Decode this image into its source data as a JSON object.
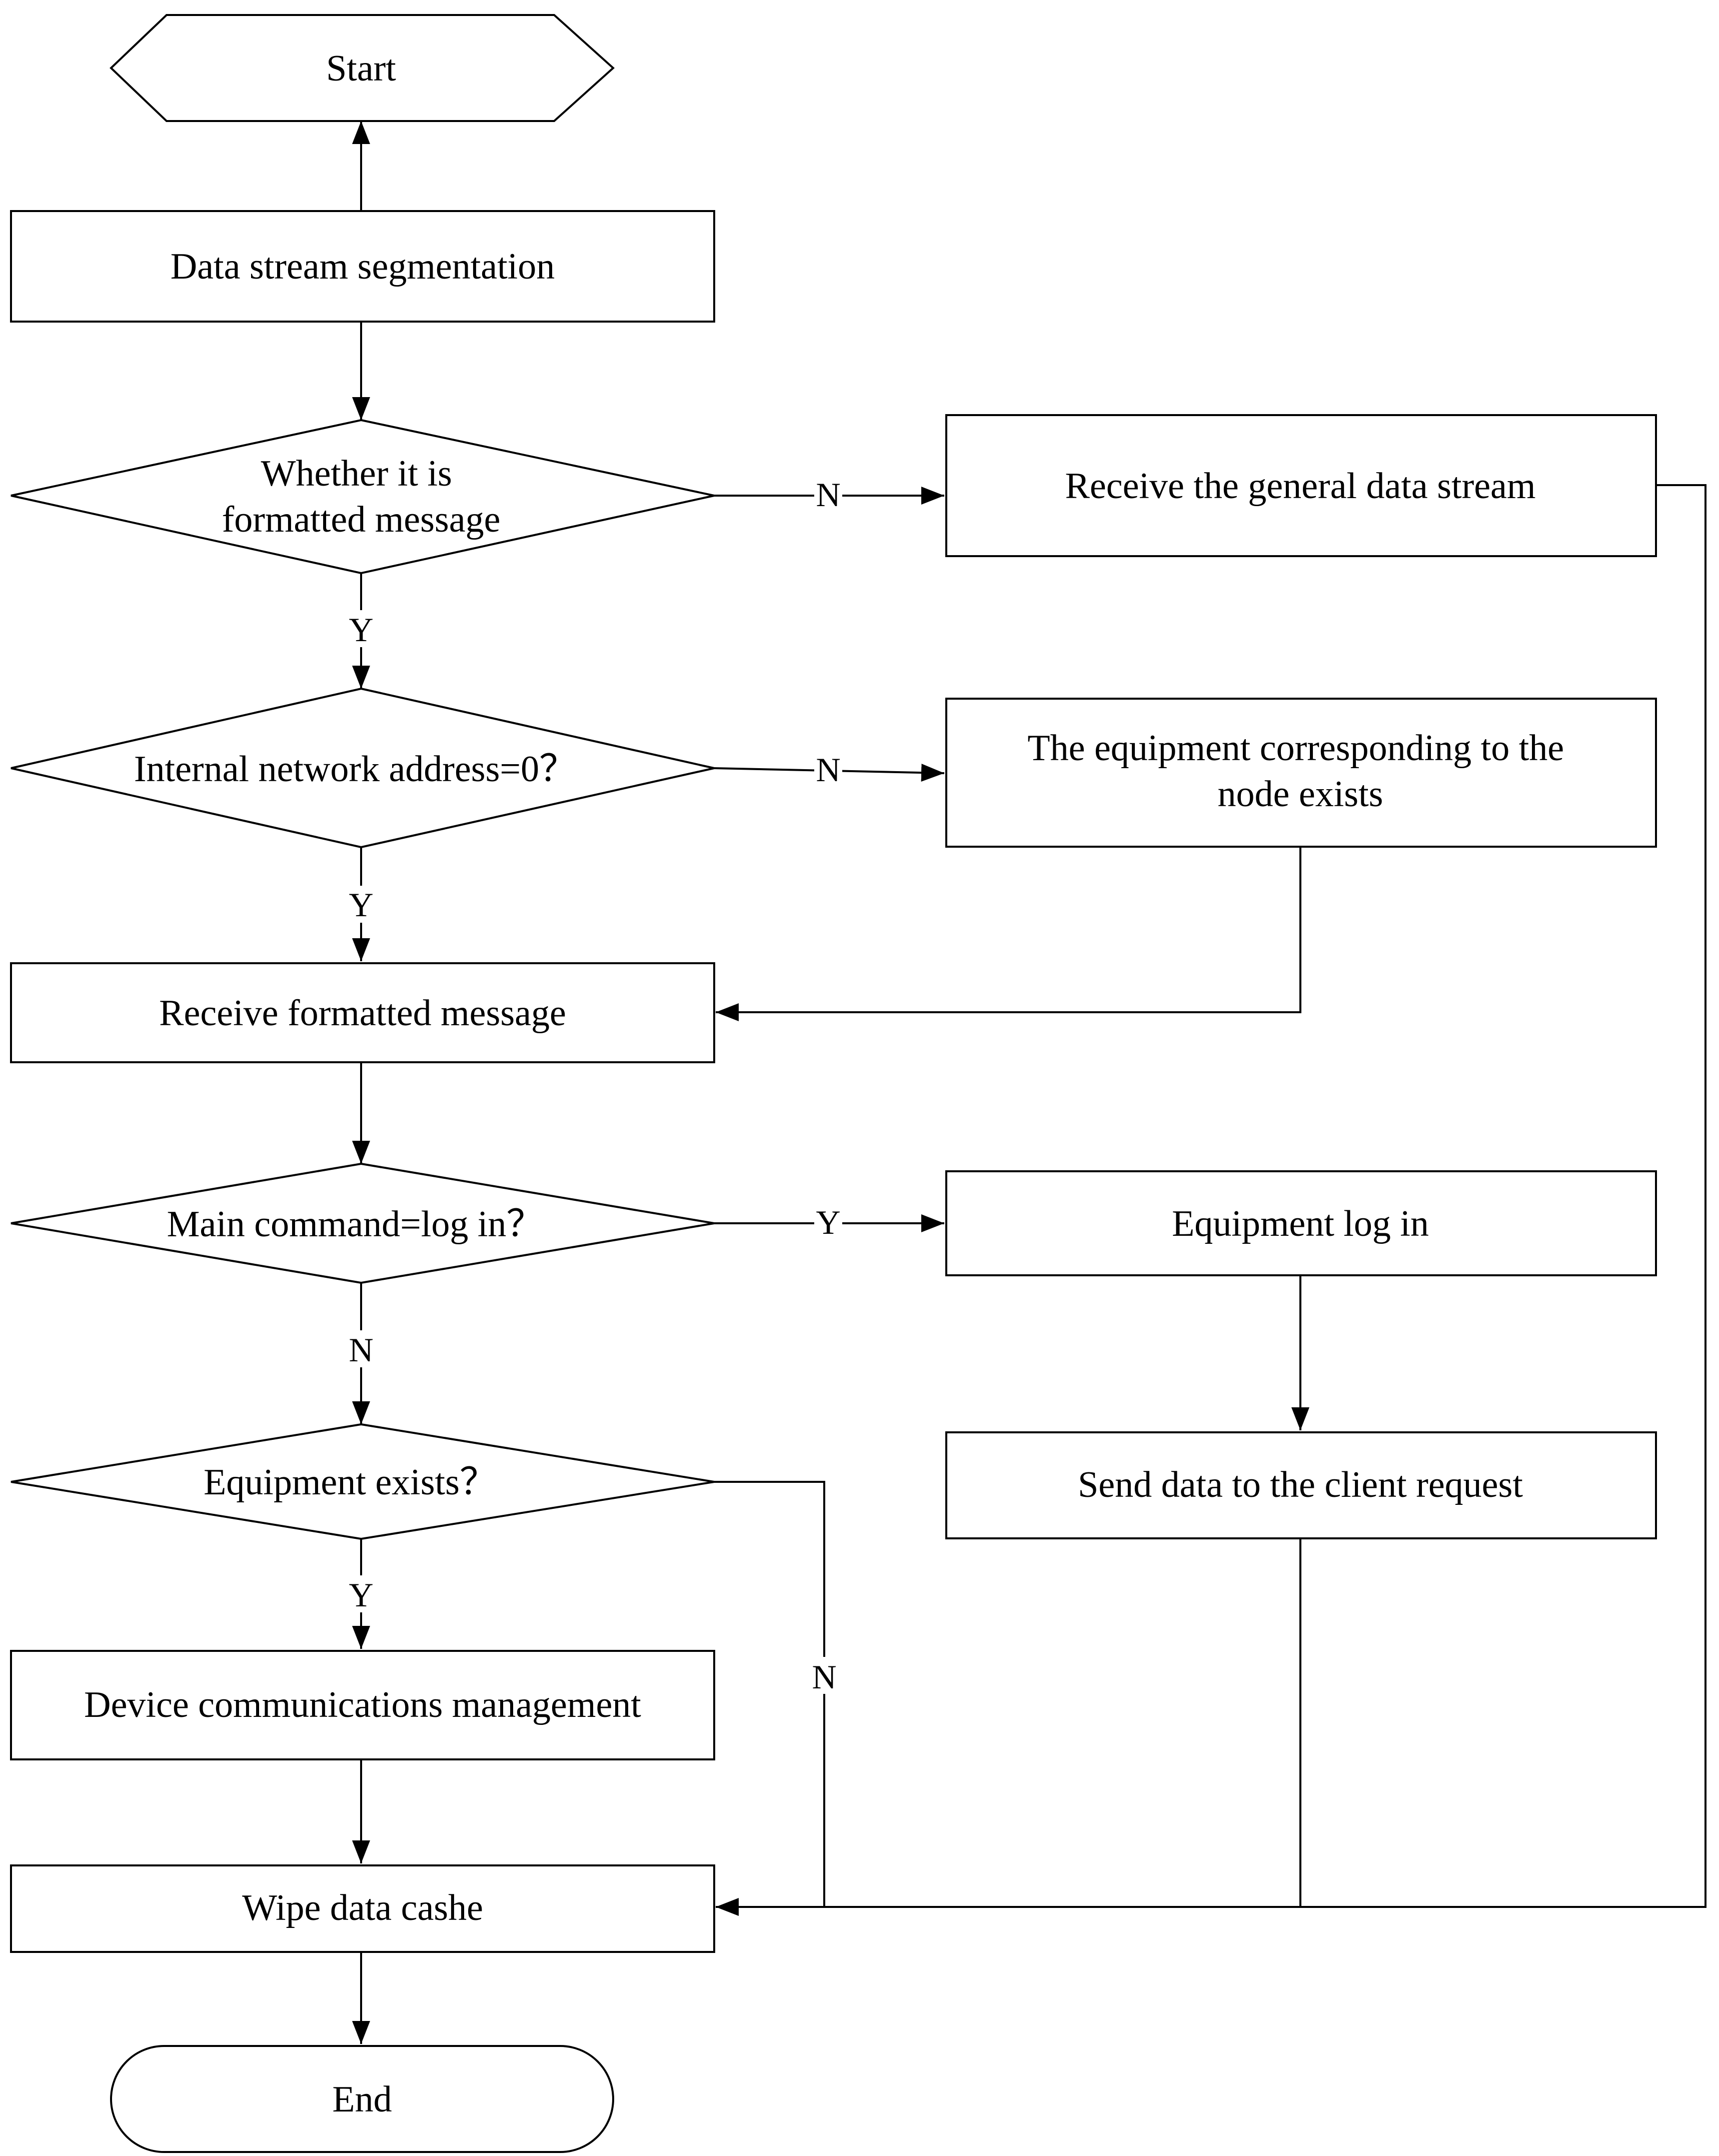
{
  "nodes": {
    "start": "Start",
    "segmentation": "Data stream segmentation",
    "formatted_q": [
      "Whether it is",
      "formatted message"
    ],
    "receive_general": "Receive the general data stream",
    "internal_q": "Internal network address=0？",
    "equip_node": [
      "The equipment corresponding to the",
      "node exists"
    ],
    "receive_formatted": "Receive formatted message",
    "main_cmd_q": "Main command=log in？",
    "equip_login": "Equipment log in",
    "equip_exists_q": "Equipment exists？",
    "send_data": "Send data to the client request",
    "device_comm": "Device communications management",
    "wipe": "Wipe data cashe",
    "end": "End"
  },
  "edge_labels": {
    "formatted_no": "N",
    "formatted_yes": "Y",
    "internal_no": "N",
    "internal_yes": "Y",
    "main_cmd_yes": "Y",
    "main_cmd_no": "N",
    "equip_exists_yes": "Y",
    "equip_exists_no": "N"
  }
}
